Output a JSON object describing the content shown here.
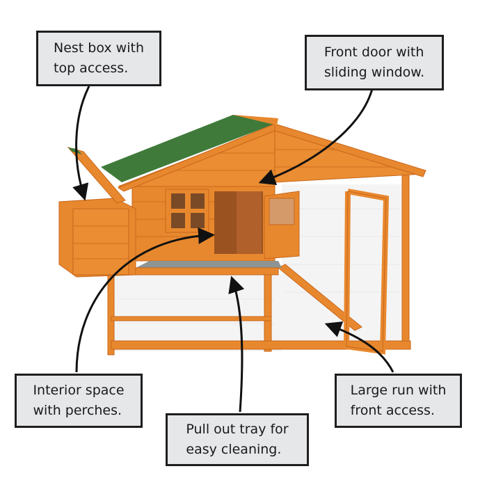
{
  "diagram": {
    "subject": "Wooden chicken coop with attached run",
    "colors": {
      "wood": "#e8882e",
      "wood_dark": "#c8661a",
      "roof": "#3f7a3a",
      "callout_bg": "#e6e7e9",
      "callout_border": "#1e1e1e",
      "arrow": "#111111",
      "mesh": "#f3f3f3"
    },
    "callouts": [
      {
        "id": "nest-box",
        "text": "Nest box with\ntop access."
      },
      {
        "id": "front-door",
        "text": "Front door with\nsliding window."
      },
      {
        "id": "interior",
        "text": "Interior space\nwith perches."
      },
      {
        "id": "tray",
        "text": "Pull out tray for\neasy cleaning."
      },
      {
        "id": "run",
        "text": "Large run with\nfront access."
      }
    ]
  }
}
